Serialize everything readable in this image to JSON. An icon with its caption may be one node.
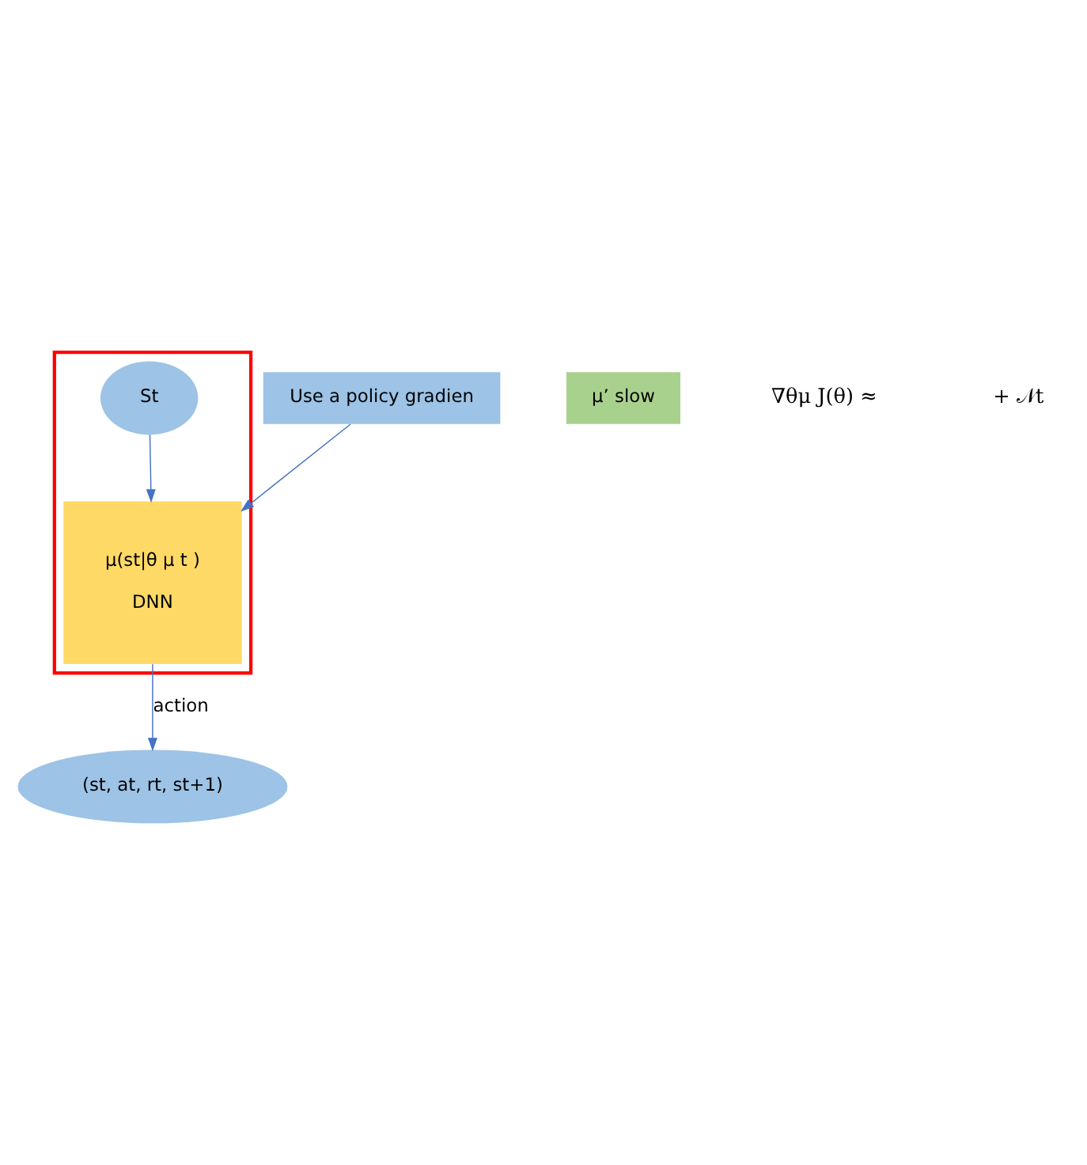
{
  "diagram": {
    "nodes": [
      {
        "text": [],
        "shape": "box"
      },
      {
        "text": [
          "St"
        ],
        "in": 0
      },
      {
        "text": [
          "(st, at, rt, st+1)"
        ]
      },
      {
        "text": [
          "μ(st|θ μ t )",
          "DNN"
        ],
        "in": 0
      },
      {
        "text": [
          "Use a policy gradien"
        ]
      },
      {
        "text": [
          "μ’ slow"
        ]
      }
    ],
    "edges": [
      {
        "from": 1,
        "to": 3,
        "arrow": "to"
      },
      {
        "from": 3,
        "to": 2,
        "arrow": "to",
        "label": "action"
      },
      {
        "from": 4,
        "to": 3,
        "arrow": "to"
      }
    ],
    "labels": [
      "∇θμ J(θ) ≈",
      "+ 𝒩t"
    ]
  }
}
